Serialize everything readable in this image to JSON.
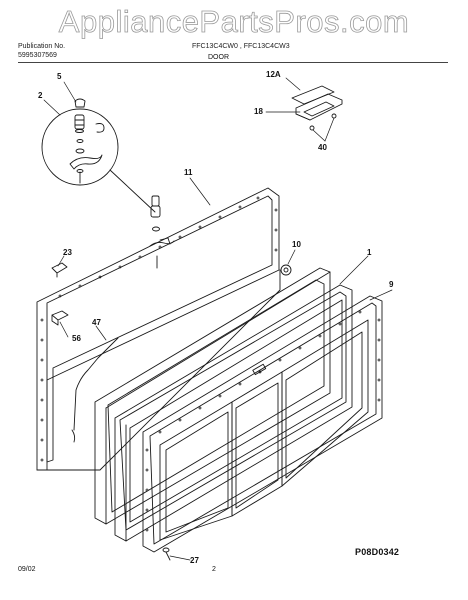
{
  "watermark": "AppliancePartsPros.com",
  "header": {
    "left_line1": "Publication No.",
    "left_line2": "5995307569",
    "models": "FFC13C4CW0 , FFC13C4CW3"
  },
  "section_title": "DOOR",
  "callouts": {
    "c5": "5",
    "c2": "2",
    "c11": "11",
    "c12a": "12A",
    "c18": "18",
    "c40": "40",
    "c23": "23",
    "c10": "10",
    "c1": "1",
    "c9": "9",
    "c47": "47",
    "c56": "56",
    "c27": "27"
  },
  "diagram_code": "P08D0342",
  "footer": {
    "date": "09/02",
    "page": "2"
  },
  "colors": {
    "line": "#1a1a1a",
    "watermark_stroke": "#9a9a9a"
  }
}
